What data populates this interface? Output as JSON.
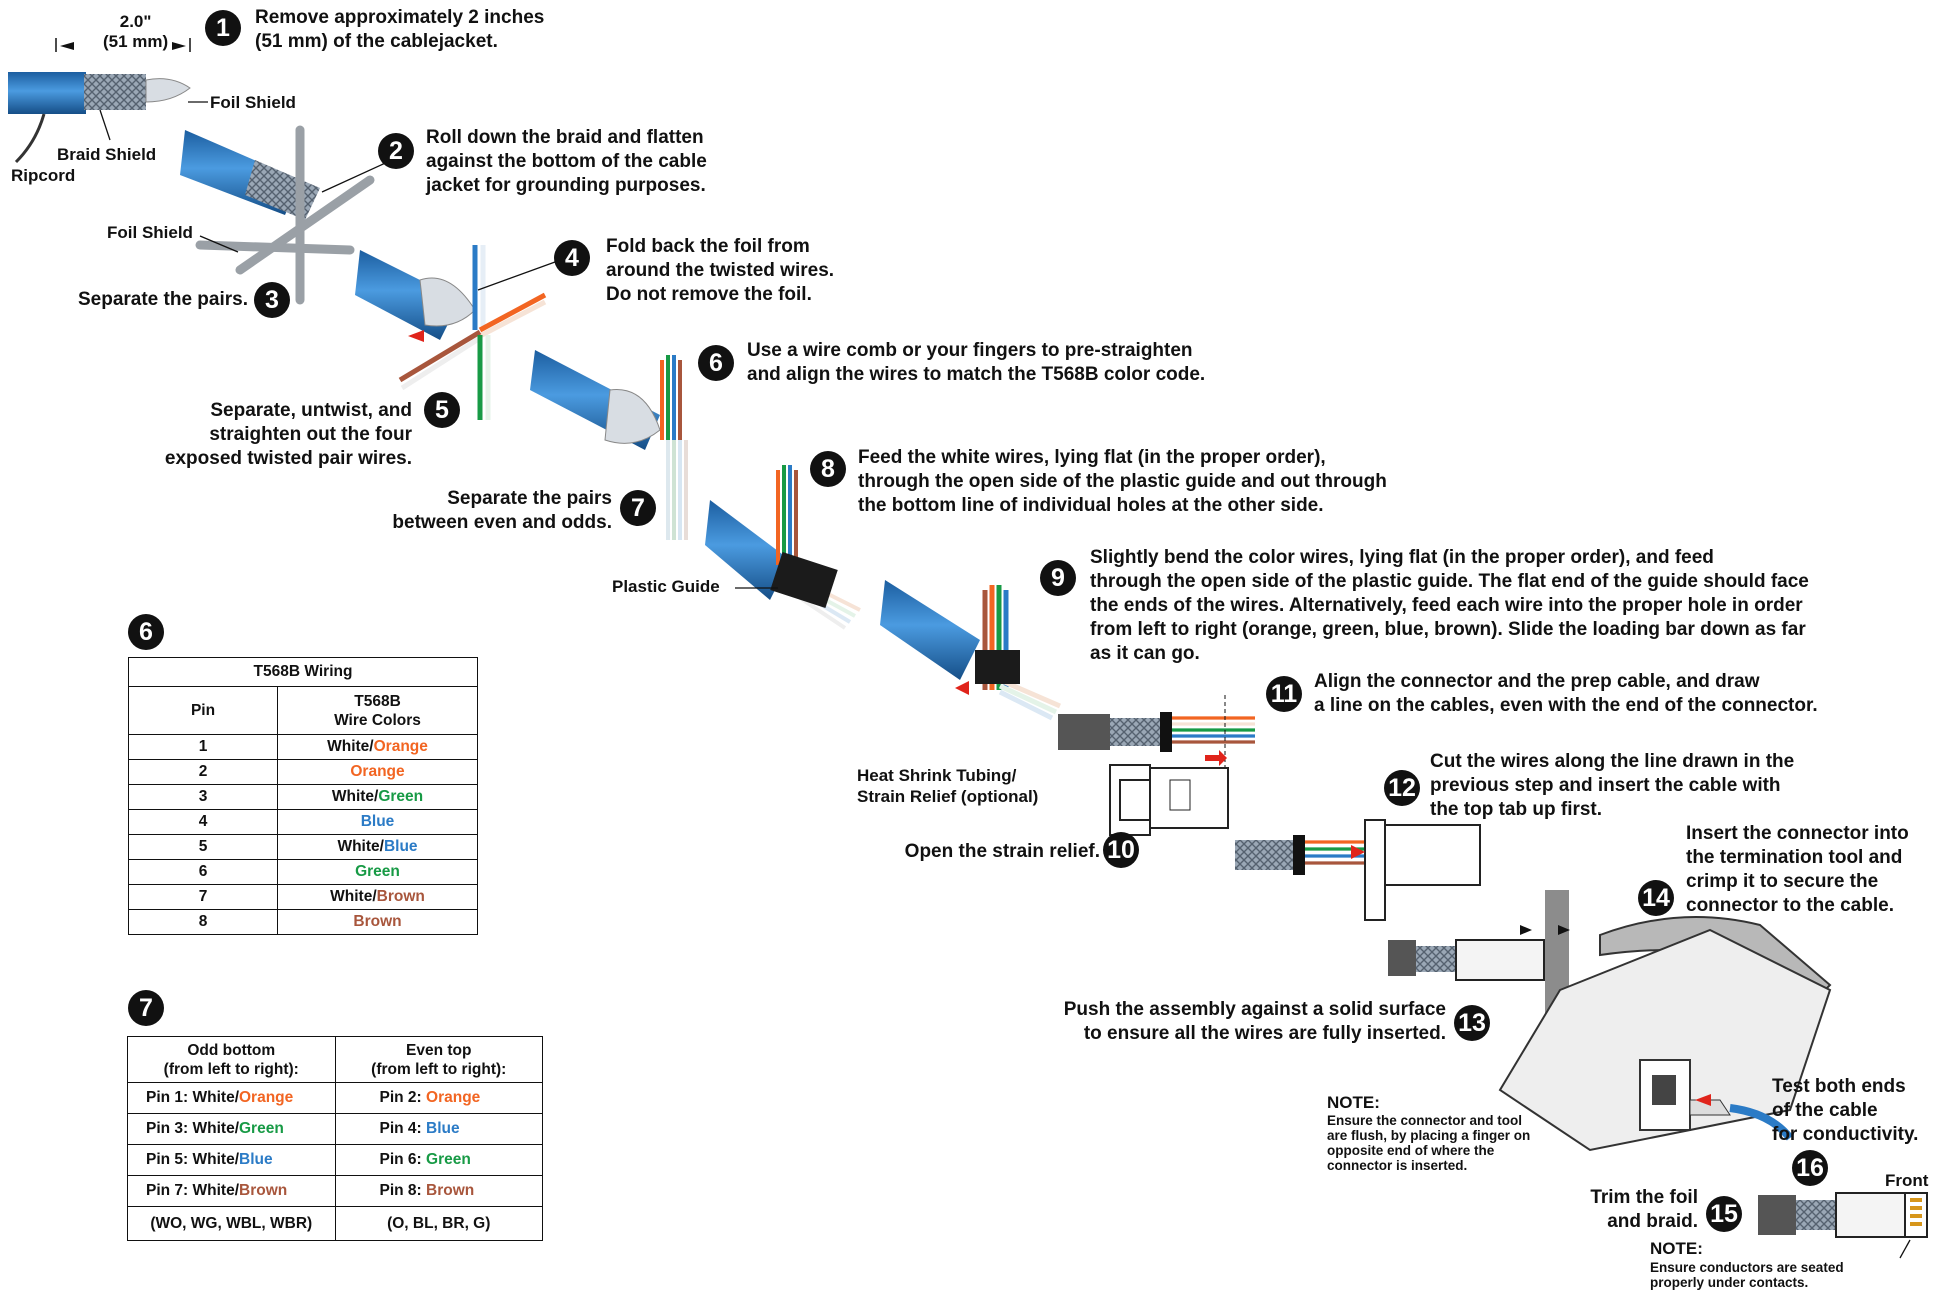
{
  "colors": {
    "jacket": "#1e6db3",
    "orange": "#f26522",
    "green": "#179a45",
    "blue": "#2b7bc6",
    "brown": "#a8563c",
    "arrow": "#e0241b",
    "surface": "#8c8c8c"
  },
  "dimension": {
    "inches": "2.0\"",
    "mm": "(51 mm)"
  },
  "labels": {
    "foil_shield_1": "Foil Shield",
    "braid_shield": "Braid Shield",
    "ripcord": "Ripcord",
    "foil_shield_2": "Foil Shield",
    "plastic_guide": "Plastic Guide",
    "heat_shrink": "Heat Shrink Tubing/\nStrain Relief (optional)",
    "front": "Front"
  },
  "steps": [
    {
      "num": "1",
      "text": "Remove approximately 2 inches\n(51 mm) of the cablejacket."
    },
    {
      "num": "2",
      "text": "Roll down the braid and flatten\nagainst the bottom of the cable\njacket for grounding purposes."
    },
    {
      "num": "3",
      "text": "Separate the pairs."
    },
    {
      "num": "4",
      "text": "Fold back the foil from\naround the twisted wires.\nDo not remove the foil."
    },
    {
      "num": "5",
      "text": "Separate, untwist, and\nstraighten out the four\nexposed twisted pair wires."
    },
    {
      "num": "6",
      "text": "Use a wire comb or your fingers to pre-straighten\nand align the wires to match the T568B color code."
    },
    {
      "num": "7",
      "text": "Separate the pairs\nbetween even and odds."
    },
    {
      "num": "8",
      "text": "Feed the white wires, lying flat (in the proper order),\nthrough the open side of the plastic guide and out through\nthe bottom line of individual holes at the other side."
    },
    {
      "num": "9",
      "text": "Slightly bend the color wires, lying flat (in the proper order), and feed\nthrough the open side of the plastic guide. The flat end of the guide should face\nthe ends of the wires. Alternatively, feed each wire into the proper hole in order\nfrom left to right (orange, green, blue, brown). Slide the loading bar down as far\nas it can go."
    },
    {
      "num": "10",
      "text": "Open the strain relief."
    },
    {
      "num": "11",
      "text": "Align the connector and the prep cable, and draw\na line on the cables, even with the end of the connector."
    },
    {
      "num": "12",
      "text": "Cut the wires along the line drawn in the\nprevious step and insert the cable with\nthe top tab up first."
    },
    {
      "num": "13",
      "text": "Push the assembly against a solid surface\nto ensure all the wires are fully inserted."
    },
    {
      "num": "14",
      "text": "Insert the connector into\nthe termination tool and\ncrimp it to secure the\nconnector to the cable."
    },
    {
      "num": "15",
      "text": "Trim the foil\nand braid."
    },
    {
      "num": "16",
      "text": "Test both ends\nof the cable\nfor conductivity."
    }
  ],
  "notes": [
    {
      "title": "NOTE:",
      "text": "Ensure the connector and tool\nare flush, by placing a finger on\nopposite end of where the\nconnector is inserted."
    },
    {
      "title": "NOTE:",
      "text": "Ensure conductors are seated\nproperly under contacts."
    }
  ],
  "wiring_table": {
    "badge": "6",
    "title": "T568B Wiring",
    "col_pin": "Pin",
    "col_colors": "T568B\nWire Colors",
    "rows": [
      {
        "pin": "1",
        "pre": "White/",
        "color": "Orange",
        "cls": "c-o"
      },
      {
        "pin": "2",
        "pre": "",
        "color": "Orange",
        "cls": "c-o"
      },
      {
        "pin": "3",
        "pre": "White/",
        "color": "Green",
        "cls": "c-g"
      },
      {
        "pin": "4",
        "pre": "",
        "color": "Blue",
        "cls": "c-b"
      },
      {
        "pin": "5",
        "pre": "White/",
        "color": "Blue",
        "cls": "c-b"
      },
      {
        "pin": "6",
        "pre": "",
        "color": "Green",
        "cls": "c-g"
      },
      {
        "pin": "7",
        "pre": "White/",
        "color": "Brown",
        "cls": "c-br"
      },
      {
        "pin": "8",
        "pre": "",
        "color": "Brown",
        "cls": "c-br"
      }
    ]
  },
  "pairs_table": {
    "badge": "7",
    "odd_header": "Odd bottom\n(from left to right):",
    "even_header": "Even top\n(from left to right):",
    "rows": [
      {
        "odd_pre": "Pin 1: White/",
        "odd_color": "Orange",
        "odd_cls": "c-o",
        "even_pre": "Pin 2: ",
        "even_color": "Orange",
        "even_cls": "c-o"
      },
      {
        "odd_pre": "Pin 3: White/",
        "odd_color": "Green",
        "odd_cls": "c-g",
        "even_pre": "Pin 4: ",
        "even_color": "Blue",
        "even_cls": "c-b"
      },
      {
        "odd_pre": "Pin 5: White/",
        "odd_color": "Blue",
        "odd_cls": "c-b",
        "even_pre": "Pin 6: ",
        "even_color": "Green",
        "even_cls": "c-g"
      },
      {
        "odd_pre": "Pin 7: White/",
        "odd_color": "Brown",
        "odd_cls": "c-br",
        "even_pre": "Pin 8: ",
        "even_color": "Brown",
        "even_cls": "c-br"
      }
    ],
    "footer_odd": "(WO, WG, WBL, WBR)",
    "footer_even": "(O, BL, BR, G)"
  }
}
